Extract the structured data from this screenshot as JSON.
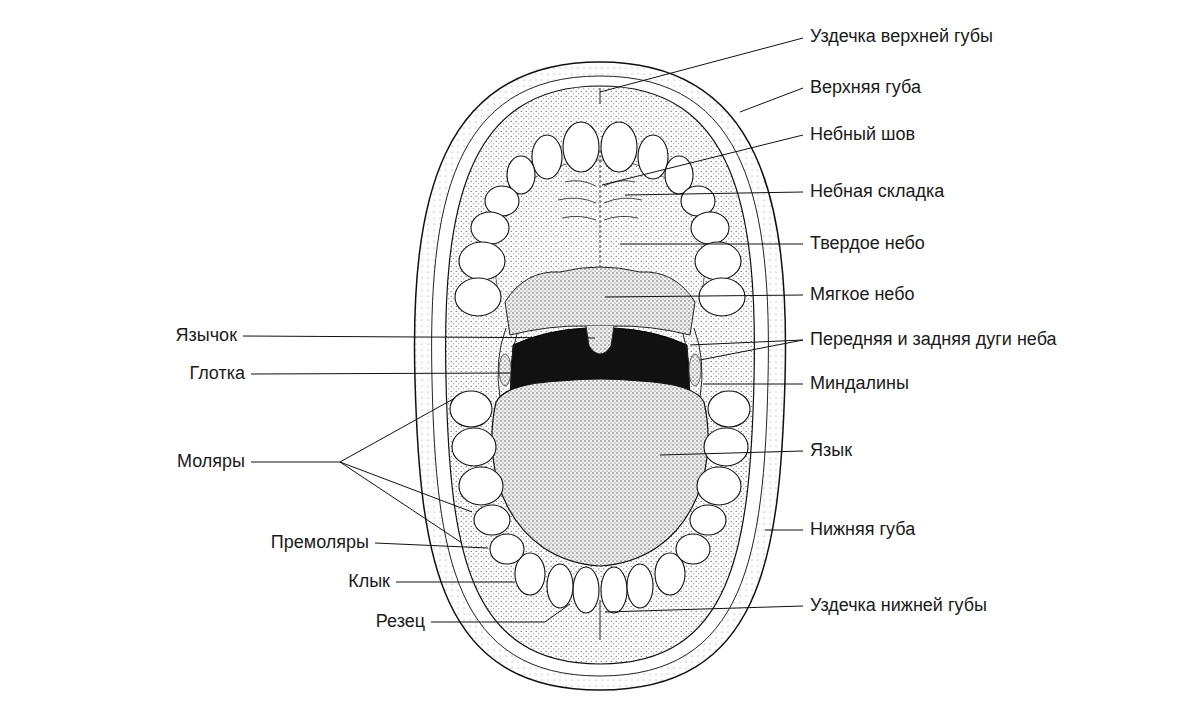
{
  "diagram": {
    "labels": [
      "Уздечка верхней губы",
      "Верхняя губа",
      "Небный шов",
      "Небная складка",
      "Твердое небо",
      "Мягкое небо",
      "Язычок",
      "Передняя и задняя дуги неба",
      "Глотка",
      "Миндалины",
      "Моляры",
      "Язык",
      "Нижняя губа",
      "Премоляры",
      "Клык",
      "Резец",
      "Уздечка нижней губы"
    ]
  }
}
